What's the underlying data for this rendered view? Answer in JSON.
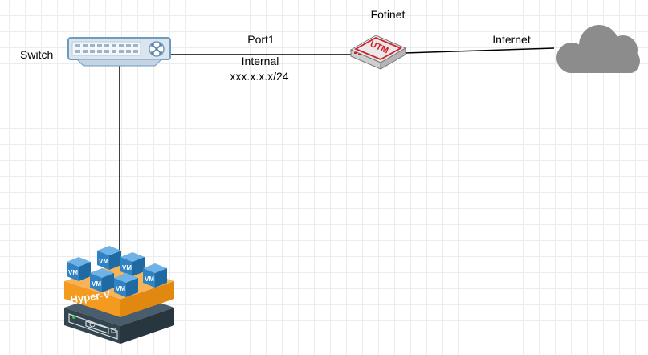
{
  "labels": {
    "switch": "Switch",
    "firewall": "Fotinet",
    "port": "Port1",
    "internal": "Internal",
    "subnet": "xxx.x.x.x/24",
    "internet": "Internet",
    "utm_badge": "UTM",
    "hyperv": "Hyper-V",
    "vm": "VM"
  },
  "colors": {
    "grid": "#ececec",
    "line": "#000000",
    "switch_body": "#e8eef4",
    "switch_edge": "#7da5c8",
    "utm_red": "#d21f2b",
    "cloud": "#8c8c8c",
    "hyperv_orange": "#f39a1f",
    "vm_blue": "#2f83c2",
    "server_dark": "#2d3e4c"
  },
  "icons": [
    "switch-icon",
    "utm-firewall-icon",
    "cloud-icon",
    "hyperv-host-icon",
    "vm-icon"
  ]
}
